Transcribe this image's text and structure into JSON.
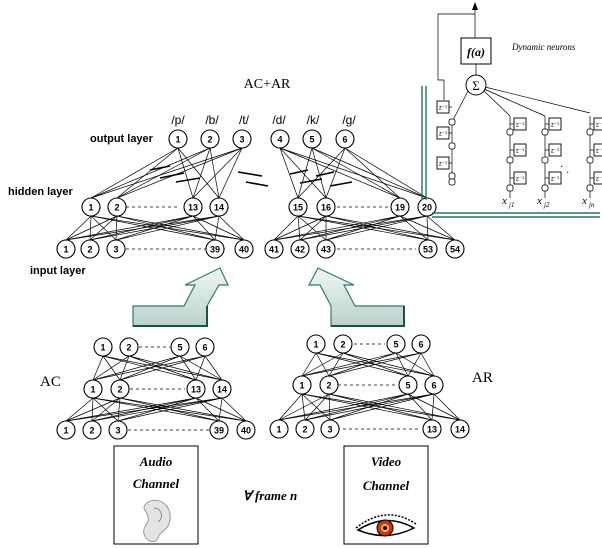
{
  "top": {
    "title": "AC+AR",
    "phonemes": [
      "/p/",
      "/b/",
      "/t/",
      "/d/",
      "/k/",
      "/g/"
    ],
    "output_nodes": [
      "1",
      "2",
      "3",
      "4",
      "5",
      "6"
    ],
    "hidden_left": [
      "1",
      "2",
      "13",
      "14"
    ],
    "hidden_right": [
      "15",
      "16",
      "19",
      "20"
    ],
    "input_left": [
      "1",
      "2",
      "3",
      "39",
      "40"
    ],
    "input_right": [
      "41",
      "42",
      "43",
      "53",
      "54"
    ],
    "labels": {
      "output_layer": "output layer",
      "hidden_layer": "hidden layer",
      "input_layer": "input layer"
    }
  },
  "dynamic": {
    "label": "Dynamic neurons",
    "function": "f(a)",
    "sum": "Σ",
    "delay": "z⁻¹",
    "inputs": [
      "x",
      "x",
      "x"
    ],
    "input_subscripts": [
      "j1",
      "j2",
      "jn"
    ]
  },
  "ac": {
    "label": "AC",
    "output_nodes": [
      "1",
      "2",
      "5",
      "6"
    ],
    "hidden_nodes": [
      "1",
      "2",
      "13",
      "14"
    ],
    "input_nodes": [
      "1",
      "2",
      "3",
      "39",
      "40"
    ]
  },
  "ar": {
    "label": "AR",
    "output_nodes": [
      "1",
      "2",
      "5",
      "6"
    ],
    "hidden_nodes": [
      "1",
      "2",
      "5",
      "6"
    ],
    "input_nodes": [
      "1",
      "2",
      "3",
      "13",
      "14"
    ]
  },
  "channels": {
    "audio_line1": "Audio",
    "audio_line2": "Channel",
    "video_line1": "Video",
    "video_line2": "Channel",
    "frame_text": "∀ frame n"
  },
  "colors": {
    "arrow_fill": "#d9e6e2",
    "arrow_edge": "#2f7a72",
    "link_line": "#2d6e66"
  }
}
